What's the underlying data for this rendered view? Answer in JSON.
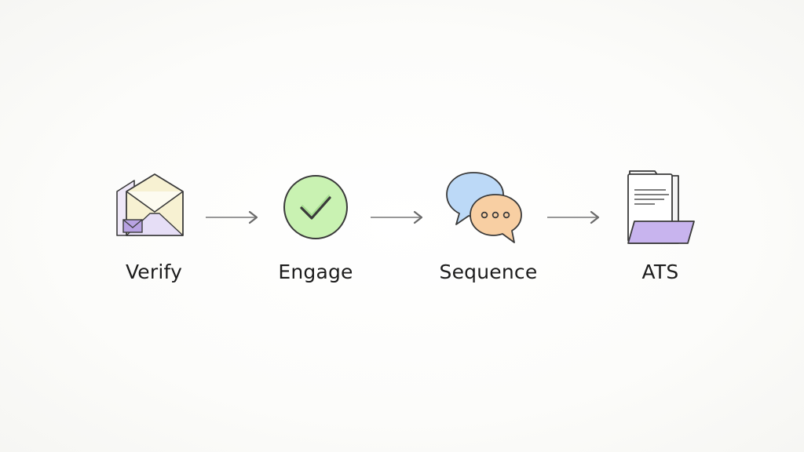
{
  "steps": [
    {
      "label": "Verify",
      "icon": "envelope-icon"
    },
    {
      "label": "Engage",
      "icon": "check-circle-icon"
    },
    {
      "label": "Sequence",
      "icon": "chat-bubbles-icon"
    },
    {
      "label": "ATS",
      "icon": "folder-document-icon"
    }
  ],
  "colors": {
    "outline": "#3a3a3a",
    "envelope_yellow": "#f6efc4",
    "envelope_lavender": "#e6def6",
    "stamp_purple": "#b9a3e3",
    "check_fill": "#c9f2b2",
    "bubble_blue": "#bcd9f7",
    "bubble_orange": "#f8cfa3",
    "folder_purple": "#c8b4ee",
    "arrow": "#8a8a8a"
  }
}
